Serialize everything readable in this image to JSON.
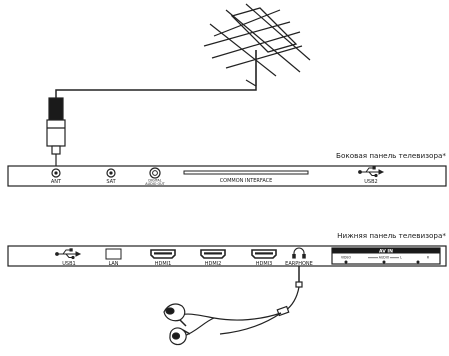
{
  "side_panel": {
    "caption": "Боковая панель телевизора*",
    "ports": {
      "ant": "ANT",
      "sat": "SAT",
      "digital_audio_out_line1": "DIGITAL",
      "digital_audio_out_line2": "AUDIO OUT",
      "common_interface": "COMMON INTERFACE",
      "usb2": "USB2"
    }
  },
  "bottom_panel": {
    "caption": "Нижняя панель телевизора*",
    "ports": {
      "usb1": "USB1",
      "lan": "LAN",
      "hdmi1": "HDMI1",
      "hdmi2": "HDMI2",
      "hdmi3": "HDMI3",
      "earphone": "EARPHONE"
    },
    "av_in": {
      "title": "AV IN",
      "video": "VIDEO",
      "audio": "AUDIO",
      "audio_l": "L",
      "audio_r": "R"
    }
  },
  "icons": {
    "antenna": "antenna-icon",
    "antenna_plug": "coax-plug-icon",
    "usb": "usb-icon",
    "hdmi": "hdmi-icon",
    "lan": "lan-icon",
    "headphone": "headphone-icon",
    "earphones": "earphones-icon"
  }
}
